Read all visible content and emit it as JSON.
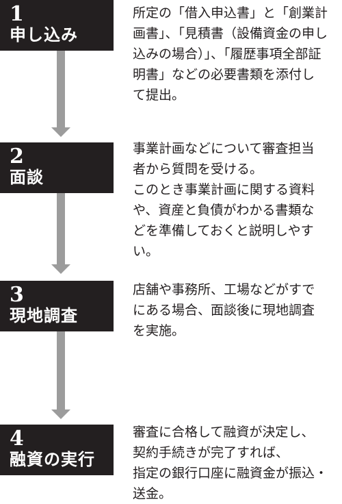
{
  "steps": [
    {
      "number": "1",
      "title": "申し込み",
      "lines": [
        "所定の「借入申込書」と「創業計",
        "画書」、「見積書（設備資金の申し",
        "込みの場合）」、「履歴事項全部証",
        "明書」などの必要書類を添付し",
        "て提出。"
      ]
    },
    {
      "number": "2",
      "title": "面談",
      "lines": [
        "事業計画などについて審査担当",
        "者から質問を受ける。",
        "このとき事業計画に関する資料",
        "や、資産と負債がわかる書類な",
        "どを準備しておくと説明しやす",
        "い。"
      ]
    },
    {
      "number": "3",
      "title": "現地調査",
      "lines": [
        "店舗や事務所、工場などがすで",
        "にある場合、面談後に現地調査",
        "を実施。"
      ]
    },
    {
      "number": "4",
      "title": "融資の実行",
      "lines": [
        "審査に合格して融資が決定し、",
        "契約手続きが完了すれば、",
        "指定の銀行口座に融資金が振込・",
        "送金。"
      ]
    }
  ]
}
